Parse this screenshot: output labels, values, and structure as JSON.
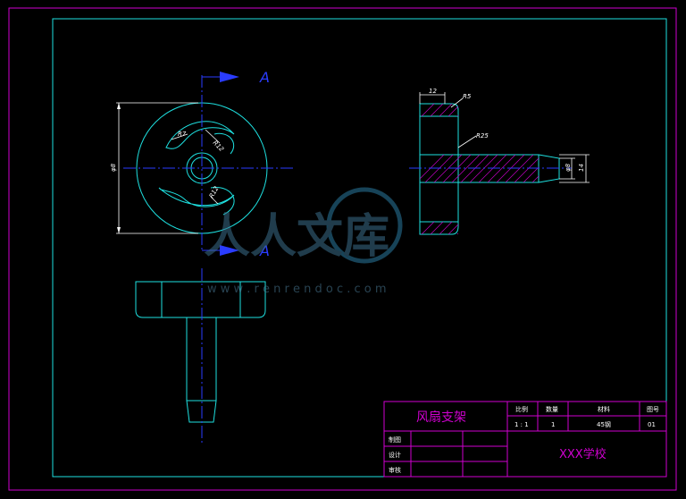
{
  "title_block": {
    "part_name": "风扇支架",
    "headers": {
      "scale": "比例",
      "quantity": "数量",
      "material": "材料",
      "drawing_no": "图号"
    },
    "values": {
      "scale": "1 : 1",
      "quantity": "1",
      "material": "45钢",
      "drawing_no": "01"
    },
    "roles": [
      "制图",
      "设计",
      "审核"
    ],
    "school": "XXX学校"
  },
  "section": {
    "label_top": "A",
    "label_bottom": "A"
  },
  "dimensions": {
    "front_r7": "R7",
    "front_r12a": "R12",
    "front_r12b": "R12",
    "front_dia": "φ8",
    "side_width": "12",
    "side_r5": "R5",
    "side_r25": "R25",
    "side_small": "φ8",
    "side_dia": "14"
  },
  "watermark": {
    "text": "人人文库",
    "url": "w w w . r e n r e n d o c . c o m"
  },
  "colors": {
    "border": "#d000d0",
    "frame": "#1ee0e0",
    "centerline": "#2a3cff",
    "hatch": "#c000c0"
  }
}
